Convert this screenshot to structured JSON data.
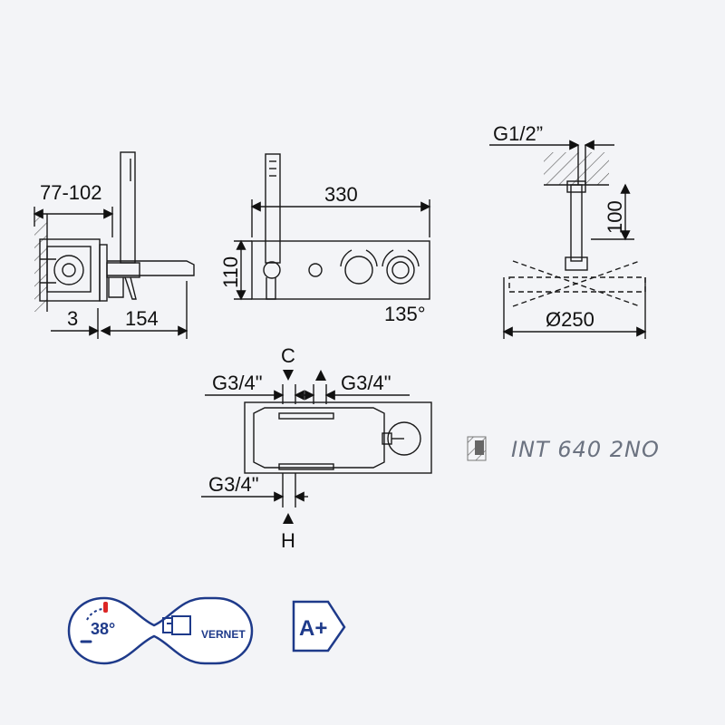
{
  "side_view": {
    "wall_depth": "77-102",
    "offset": "3",
    "spout_length": "154"
  },
  "front_view": {
    "width": "330",
    "height": "110",
    "rotation": "135°"
  },
  "shower_head": {
    "thread": "G1/2”",
    "arm_length": "100",
    "diameter": "Ø250"
  },
  "rough_in": {
    "inlet_left": "G3/4\"",
    "inlet_right": "G3/4\"",
    "inlet_bottom": "G3/4\"",
    "cold_label": "C",
    "hot_label": "H"
  },
  "product_code": "INT 640 2NO",
  "badges": {
    "temperature": "38°",
    "brand": "VERNET",
    "energy_class": "A+"
  },
  "colors": {
    "line": "#1a1a1a",
    "badge_blue": "#1e3a8a",
    "hatch": "#555555",
    "code_gray": "#6b7280"
  }
}
